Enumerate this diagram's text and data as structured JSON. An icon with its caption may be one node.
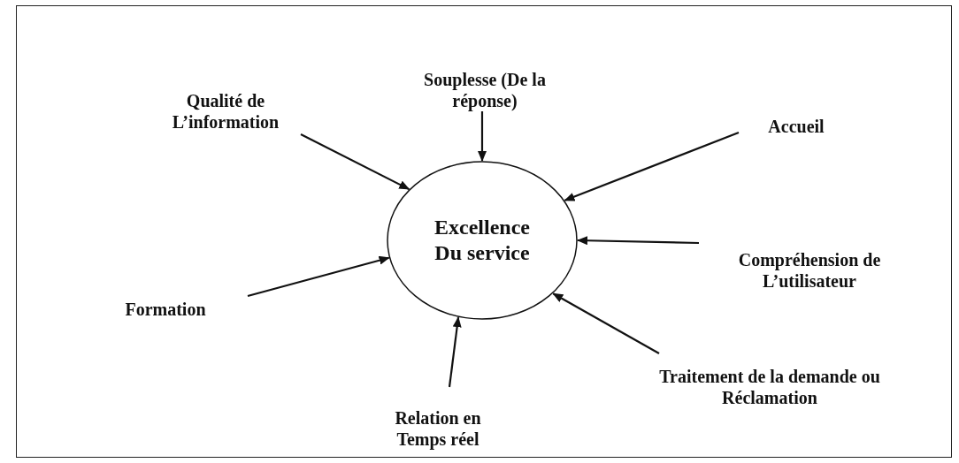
{
  "diagram": {
    "nodes": [
      {
        "text": [
          "Excellence Du service"
        ]
      },
      {
        "text": [
          "Qualité de L’information"
        ]
      },
      {
        "text": [
          "Souplesse (De la réponse)"
        ]
      },
      {
        "text": [
          "Accueil"
        ]
      },
      {
        "text": [
          "Compréhension de L’utilisateur"
        ]
      },
      {
        "text": [
          "Traitement de la demande ou Réclamation"
        ]
      },
      {
        "text": [
          "Relation en Temps réel"
        ]
      },
      {
        "text": [
          "Formation"
        ]
      }
    ],
    "edges": [
      {
        "from": 1,
        "to": 0,
        "arrow": "to"
      },
      {
        "from": 2,
        "to": 0,
        "arrow": "to"
      },
      {
        "from": 3,
        "to": 0,
        "arrow": "to"
      },
      {
        "from": 4,
        "to": 0,
        "arrow": "to"
      },
      {
        "from": 5,
        "to": 0,
        "arrow": "to"
      },
      {
        "from": 6,
        "to": 0,
        "arrow": "to"
      },
      {
        "from": 7,
        "to": 0,
        "arrow": "to"
      }
    ]
  }
}
